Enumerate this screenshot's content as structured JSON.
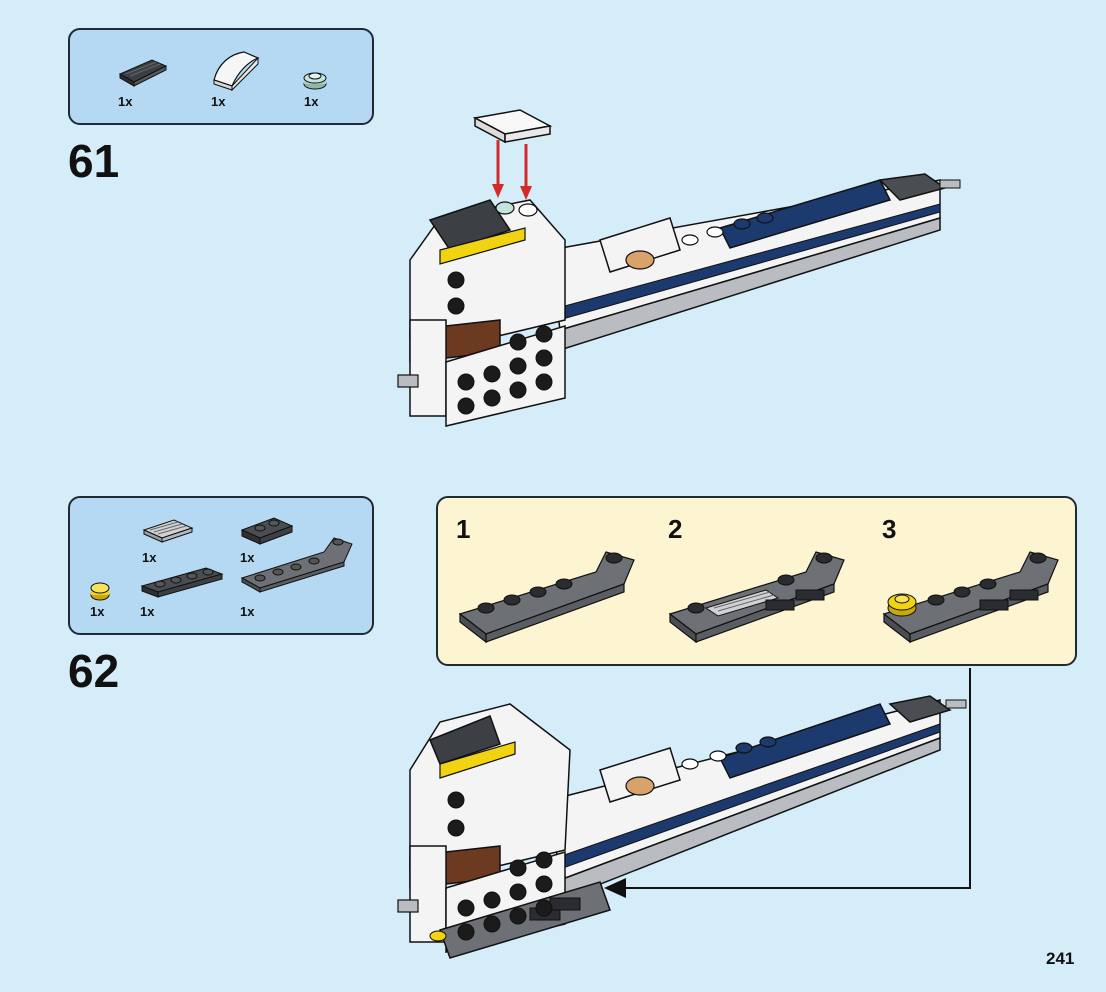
{
  "step61": {
    "number": "61",
    "parts": [
      {
        "icon": "dark-slope-brick-icon",
        "qty": "1x"
      },
      {
        "icon": "white-curved-slope-icon",
        "qty": "1x"
      },
      {
        "icon": "transparent-round-plate-icon",
        "qty": "1x"
      }
    ]
  },
  "step62": {
    "number": "62",
    "parts": [
      {
        "icon": "grille-tile-icon",
        "qty": "1x"
      },
      {
        "icon": "clip-plate-icon",
        "qty": "1x"
      },
      {
        "icon": "yellow-round-stud-icon",
        "qty": "1x"
      },
      {
        "icon": "dark-plate-1x4-icon",
        "qty": "1x"
      },
      {
        "icon": "inverted-slope-plate-icon",
        "qty": "1x"
      }
    ],
    "substeps": [
      {
        "number": "1"
      },
      {
        "number": "2"
      },
      {
        "number": "3"
      }
    ]
  },
  "page_number": "241",
  "colors": {
    "background": "#d5ecf9",
    "parts_box": "#b5d9f2",
    "substep_box": "#fdf4d2",
    "arrow_red": "#d42a2a",
    "navy": "#1d3a6e",
    "yellow": "#f2d312"
  }
}
